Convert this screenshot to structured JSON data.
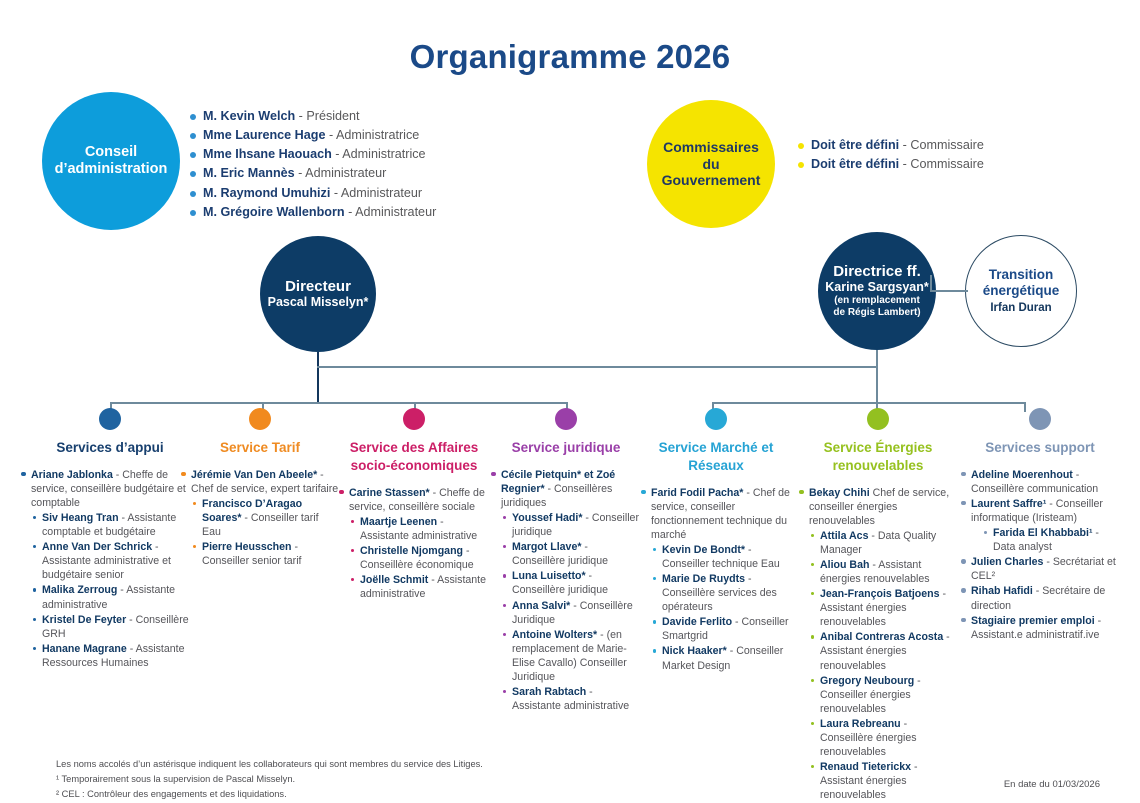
{
  "title": "Organigramme 2026",
  "date_stamp": "En date du 01/03/2026",
  "board": {
    "circle_line1": "Conseil",
    "circle_line2": "d’administration",
    "members": [
      {
        "name": "M. Kevin Welch",
        "role": " - Président"
      },
      {
        "name": "Mme Laurence Hage",
        "role": " - Administratrice"
      },
      {
        "name": "Mme Ihsane Haouach",
        "role": " - Administratrice"
      },
      {
        "name": "M. Eric Mannès",
        "role": " - Administrateur"
      },
      {
        "name": "M. Raymond Umuhizi",
        "role": " - Administrateur"
      },
      {
        "name": "M. Grégoire Wallenborn",
        "role": " - Administrateur"
      }
    ]
  },
  "commissioners": {
    "circle_line1": "Commissaires",
    "circle_line2": "du",
    "circle_line3": "Gouvernement",
    "members": [
      {
        "name": "Doit être défini",
        "role": " - Commissaire"
      },
      {
        "name": "Doit être défini",
        "role": " - Commissaire"
      }
    ]
  },
  "director": {
    "title": "Directeur",
    "name": "Pascal Misselyn*"
  },
  "director_ff": {
    "title": "Directrice ff.",
    "name": "Karine Sargsyan*",
    "note_line1": "(en remplacement",
    "note_line2": "de Régis Lambert)"
  },
  "transition": {
    "line1": "Transition",
    "line2": "énergétique",
    "name": "Irfan Duran"
  },
  "services": [
    {
      "key": "appui",
      "header": "Services d’appui",
      "color": "#1f63a0",
      "people": [
        {
          "level": 1,
          "name": "Ariane Jablonka",
          "role": " -",
          "detail": "Cheffe de service, conseillère budgétaire et comptable"
        },
        {
          "level": 2,
          "name": "Siv Heang Tran",
          "role": " -",
          "detail": "Assistante comptable et budgétaire"
        },
        {
          "level": 2,
          "name": "Anne Van Der Schrick",
          "role": " -",
          "detail": "Assistante administrative et budgétaire senior"
        },
        {
          "level": 2,
          "name": "Malika Zerroug",
          "role": " -",
          "detail": "Assistante administrative"
        },
        {
          "level": 2,
          "name": "Kristel De Feyter",
          "role": " - Conseillère",
          "detail": "GRH"
        },
        {
          "level": 2,
          "name": "Hanane Magrane",
          "role": " -",
          "detail": "Assistante Ressources Humaines"
        }
      ]
    },
    {
      "key": "tarif",
      "header": "Service Tarif",
      "color": "#f18a1e",
      "people": [
        {
          "level": 1,
          "name": "Jérémie Van Den Abeele*",
          "role": " -",
          "detail": "Chef de service, expert tarifaire"
        },
        {
          "level": 2,
          "name": "Francisco D’Aragao Soares*",
          "role": " -",
          "detail": "Conseiller tarif Eau"
        },
        {
          "level": 2,
          "name": "Pierre Heusschen",
          "role": " -",
          "detail": "Conseiller senior tarif"
        }
      ]
    },
    {
      "key": "socio",
      "header": "Service des  Affaires socio-économiques",
      "color": "#cc1f67",
      "people": [
        {
          "level": 1,
          "name": "Carine Stassen*",
          "role": " -",
          "detail": "Cheffe de service, conseillère sociale"
        },
        {
          "level": 2,
          "name": "Maartje Leenen",
          "role": " -",
          "detail": "Assistante administrative"
        },
        {
          "level": 2,
          "name": "Christelle Njomgang",
          "role": " -",
          "detail": "Conseillère économique"
        },
        {
          "level": 2,
          "name": "Joëlle Schmit",
          "role": "  -",
          "detail": "Assistante administrative"
        }
      ]
    },
    {
      "key": "jur",
      "header": "Service juridique",
      "color": "#9a3fa8",
      "people": [
        {
          "level": 1,
          "name": "Cécile Pietquin* et Zoé Regnier*",
          "role": " -",
          "detail": "Conseillères juridiques"
        },
        {
          "level": 2,
          "name": "Youssef Hadi*",
          "role": " -",
          "detail": "Conseiller juridique"
        },
        {
          "level": 2,
          "name": "Margot Llave*",
          "role": " -",
          "detail": "Conseillère juridique"
        },
        {
          "level": 2,
          "name": "Luna Luisetto*",
          "role": " -",
          "detail": "Conseillère juridique"
        },
        {
          "level": 2,
          "name": "Anna Salvi*",
          "role": "  -",
          "detail": "Conseillère Juridique"
        },
        {
          "level": 2,
          "name": "Antoine Wolters*",
          "role": " -",
          "detail": "(en remplacement de Marie-Elise Cavallo) Conseiller Juridique"
        },
        {
          "level": 2,
          "name": "Sarah Rabtach",
          "role": " -",
          "detail": "Assistante administrative"
        }
      ]
    },
    {
      "key": "march",
      "header": "Service Marché et Réseaux",
      "color": "#27a8d6",
      "people": [
        {
          "level": 1,
          "name": "Farid Fodil Pacha*",
          "role": " -",
          "detail": "Chef de service, conseiller fonctionnement technique du marché"
        },
        {
          "level": 2,
          "name": "Kevin De Bondt*",
          "role": " -",
          "detail": "Conseiller technique Eau"
        },
        {
          "level": 2,
          "name": "Marie De Ruydts",
          "role": " -",
          "detail": "Conseillère services des opérateurs"
        },
        {
          "level": 2,
          "name": "Davide Ferlito",
          "role": " -",
          "detail": "Conseiller Smartgrid"
        },
        {
          "level": 2,
          "name": "Nick Haaker*",
          "role": " -",
          "detail": "Conseiller Market Design"
        }
      ]
    },
    {
      "key": "ener",
      "header": "Service Énergies renouvelables",
      "color": "#93c020",
      "people": [
        {
          "level": 1,
          "name": "Bekay Chihi",
          "role": "",
          "detail": "Chef de service, conseiller énergies renouvelables"
        },
        {
          "level": 2,
          "name": "Attila Acs",
          "role": " -",
          "detail": "Data Quality Manager"
        },
        {
          "level": 2,
          "name": "Aliou Bah",
          "role": " -",
          "detail": "Assistant énergies renouvelables"
        },
        {
          "level": 2,
          "name": "Jean-François Batjoens",
          "role": " -",
          "detail": "Assistant énergies renouvelables"
        },
        {
          "level": 2,
          "name": "Anibal Contreras Acosta",
          "role": " -",
          "detail": "Assistant énergies renouvelables"
        },
        {
          "level": 2,
          "name": "Gregory Neubourg",
          "role": " -",
          "detail": "Conseiller énergies renouvelables"
        },
        {
          "level": 2,
          "name": "Laura Rebreanu",
          "role": " -",
          "detail": "Conseillère énergies renouvelables"
        },
        {
          "level": 2,
          "name": "Renaud Tieterickx",
          "role": " -",
          "detail": "Assistant énergies renouvelables"
        }
      ]
    },
    {
      "key": "supp",
      "header": "Services support",
      "color": "#7e95b5",
      "people": [
        {
          "level": 1,
          "name": "Adeline Moerenhout",
          "role": " -",
          "detail": "Conseillère communication"
        },
        {
          "level": 1,
          "name": "Laurent Saffre¹",
          "role": " -",
          "detail": "Conseiller informatique (Iristeam)"
        },
        {
          "level": 3,
          "name": "Farida El Khabbabi¹",
          "role": " -",
          "detail": "Data analyst"
        },
        {
          "level": 1,
          "name": "Julien Charles",
          "role": "  -",
          "detail": "Secrétariat et CEL²"
        },
        {
          "level": 1,
          "name": "Rihab Hafidi",
          "role": " -",
          "detail": "Secrétaire de direction"
        },
        {
          "level": 1,
          "name": "Stagiaire premier emploi",
          "role": " -",
          "detail": "Assistant.e administratif.ive"
        }
      ]
    }
  ],
  "footnotes": [
    "Les noms accolés d’un astérisque indiquent les collaborateurs qui sont membres du service des Litiges.",
    "¹ Temporairement sous la supervision de Pascal Misselyn.",
    "² CEL : Contrôleur des engagements et des liquidations."
  ]
}
